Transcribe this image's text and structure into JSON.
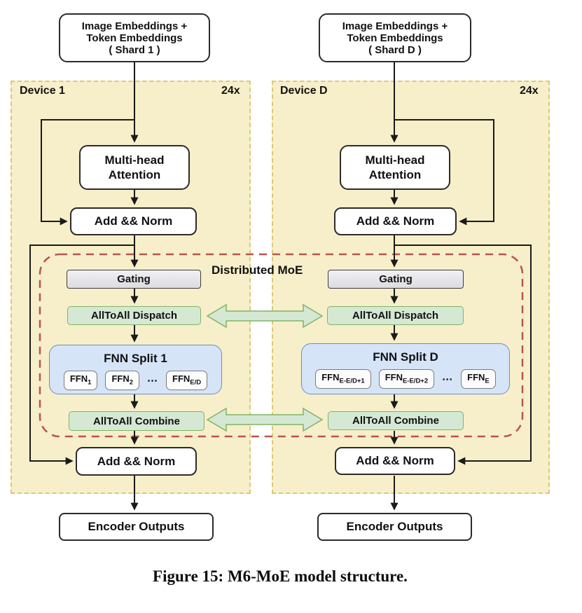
{
  "colors": {
    "page_bg": "#ffffff",
    "panel_fill": "#f7efc9",
    "panel_border": "#dcc878",
    "line": "#1a1a1a",
    "box_border": "#2b2b2b",
    "gray_fill_top": "#f1f1f4",
    "gray_fill_bottom": "#dcdce1",
    "green_fill": "#d5e8d4",
    "green_border": "#82b366",
    "blue_fill": "#d6e4f8",
    "blue_border": "#6c8ebf",
    "moe_border": "#b85450",
    "text": "#111111"
  },
  "figure": {
    "caption": "Figure 15: M6-MoE model structure."
  },
  "moe": {
    "label": "Distributed MoE"
  },
  "panels": {
    "left": {
      "device": "Device 1",
      "repeat": "24x"
    },
    "right": {
      "device": "Device D",
      "repeat": "24x"
    }
  },
  "left": {
    "input": {
      "line1": "Image Embeddings +",
      "line2": "Token Embeddings",
      "line3": "( Shard 1 )"
    },
    "attention": {
      "line1": "Multi-head",
      "line2": "Attention"
    },
    "add_norm_top": "Add && Norm",
    "gating": "Gating",
    "dispatch": "AllToAll Dispatch",
    "split": {
      "title": "FNN Split 1",
      "ffn_a_base": "FFN",
      "ffn_a_sub": "1",
      "ffn_b_base": "FFN",
      "ffn_b_sub": "2",
      "dots": "⋯",
      "ffn_c_base": "FFN",
      "ffn_c_sub": "E/D"
    },
    "combine": "AllToAll Combine",
    "add_norm_bottom": "Add && Norm",
    "output": "Encoder Outputs"
  },
  "right": {
    "input": {
      "line1": "Image Embeddings +",
      "line2": "Token Embeddings",
      "line3": "( Shard D )"
    },
    "attention": {
      "line1": "Multi-head",
      "line2": "Attention"
    },
    "add_norm_top": "Add && Norm",
    "gating": "Gating",
    "dispatch": "AllToAll Dispatch",
    "split": {
      "title": "FNN Split D",
      "ffn_a_base": "FFN",
      "ffn_a_sub": "E-E/D+1",
      "ffn_b_base": "FFN",
      "ffn_b_sub": "E-E/D+2",
      "dots": "⋯",
      "ffn_c_base": "FFN",
      "ffn_c_sub": "E"
    },
    "combine": "AllToAll Combine",
    "add_norm_bottom": "Add && Norm",
    "output": "Encoder Outputs"
  }
}
